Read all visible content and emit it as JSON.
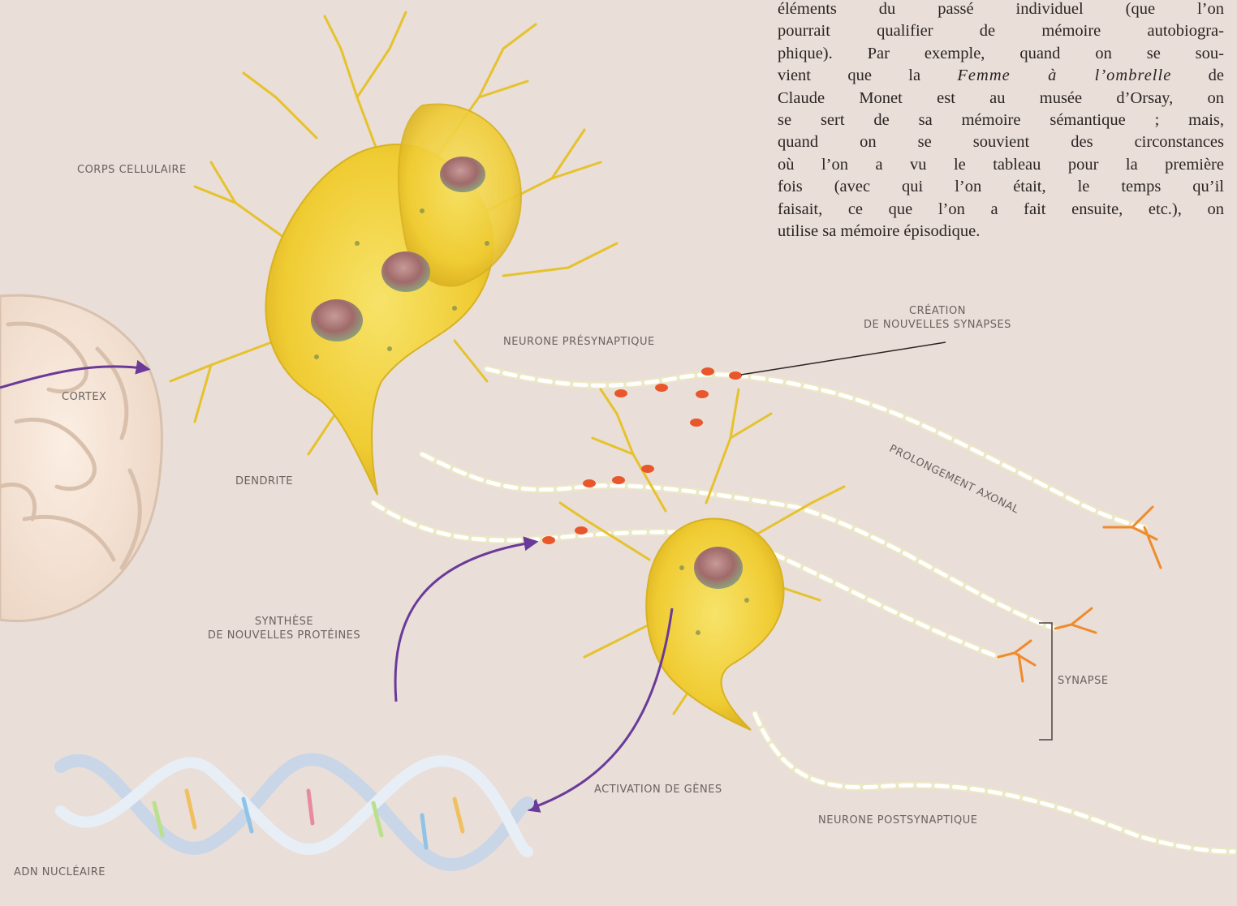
{
  "palette": {
    "background": "#e9ded8",
    "neuron": "#f2d23a",
    "neuron_shade": "#d8b220",
    "nucleus": "#a86c6a",
    "axon": "#f3f1d8",
    "synapse_dot": "#e9562b",
    "terminal": "#f08a2a",
    "arrow": "#6a3a9a",
    "brain": "#f5e6d9",
    "label_text": "#6b625e",
    "body_text": "#2b2422"
  },
  "article": {
    "lines": [
      "éléments du passé individuel (que l’on",
      "pourrait qualifier de mémoire autobiogra-",
      "phique). Par exemple, quand on se sou-",
      "vient que la ",
      "Claude Monet est au musée d’Orsay, on",
      "se sert de sa mémoire sémantique ; mais,",
      "quand on se souvient des circonstances",
      "où l’on a vu le tableau pour la première",
      "fois (avec qui l’on était, le temps qu’il",
      "faisait, ce que l’on a fait ensuite, etc.), on",
      "utilise sa mémoire épisodique."
    ],
    "artwork_title": "Femme à l’ombrelle",
    "line4_end": " de"
  },
  "labels": {
    "corps_cellulaire": "CORPS CELLULAIRE",
    "cortex": "CORTEX",
    "dendrite": "DENDRITE",
    "neurone_presynaptique": "NEURONE PRÉSYNAPTIQUE",
    "creation_synapses": "CRÉATION\nDE NOUVELLES SYNAPSES",
    "prolongement_axonal": "PROLONGEMENT AXONAL",
    "synthese_proteines": "SYNTHÈSE\nDE NOUVELLES PROTÉINES",
    "synapse": "SYNAPSE",
    "activation_genes": "ACTIVATION DE GÈNES",
    "neurone_postsynaptique": "NEURONE POSTSYNAPTIQUE",
    "adn_nucleaire": "ADN NUCLÉAIRE"
  }
}
